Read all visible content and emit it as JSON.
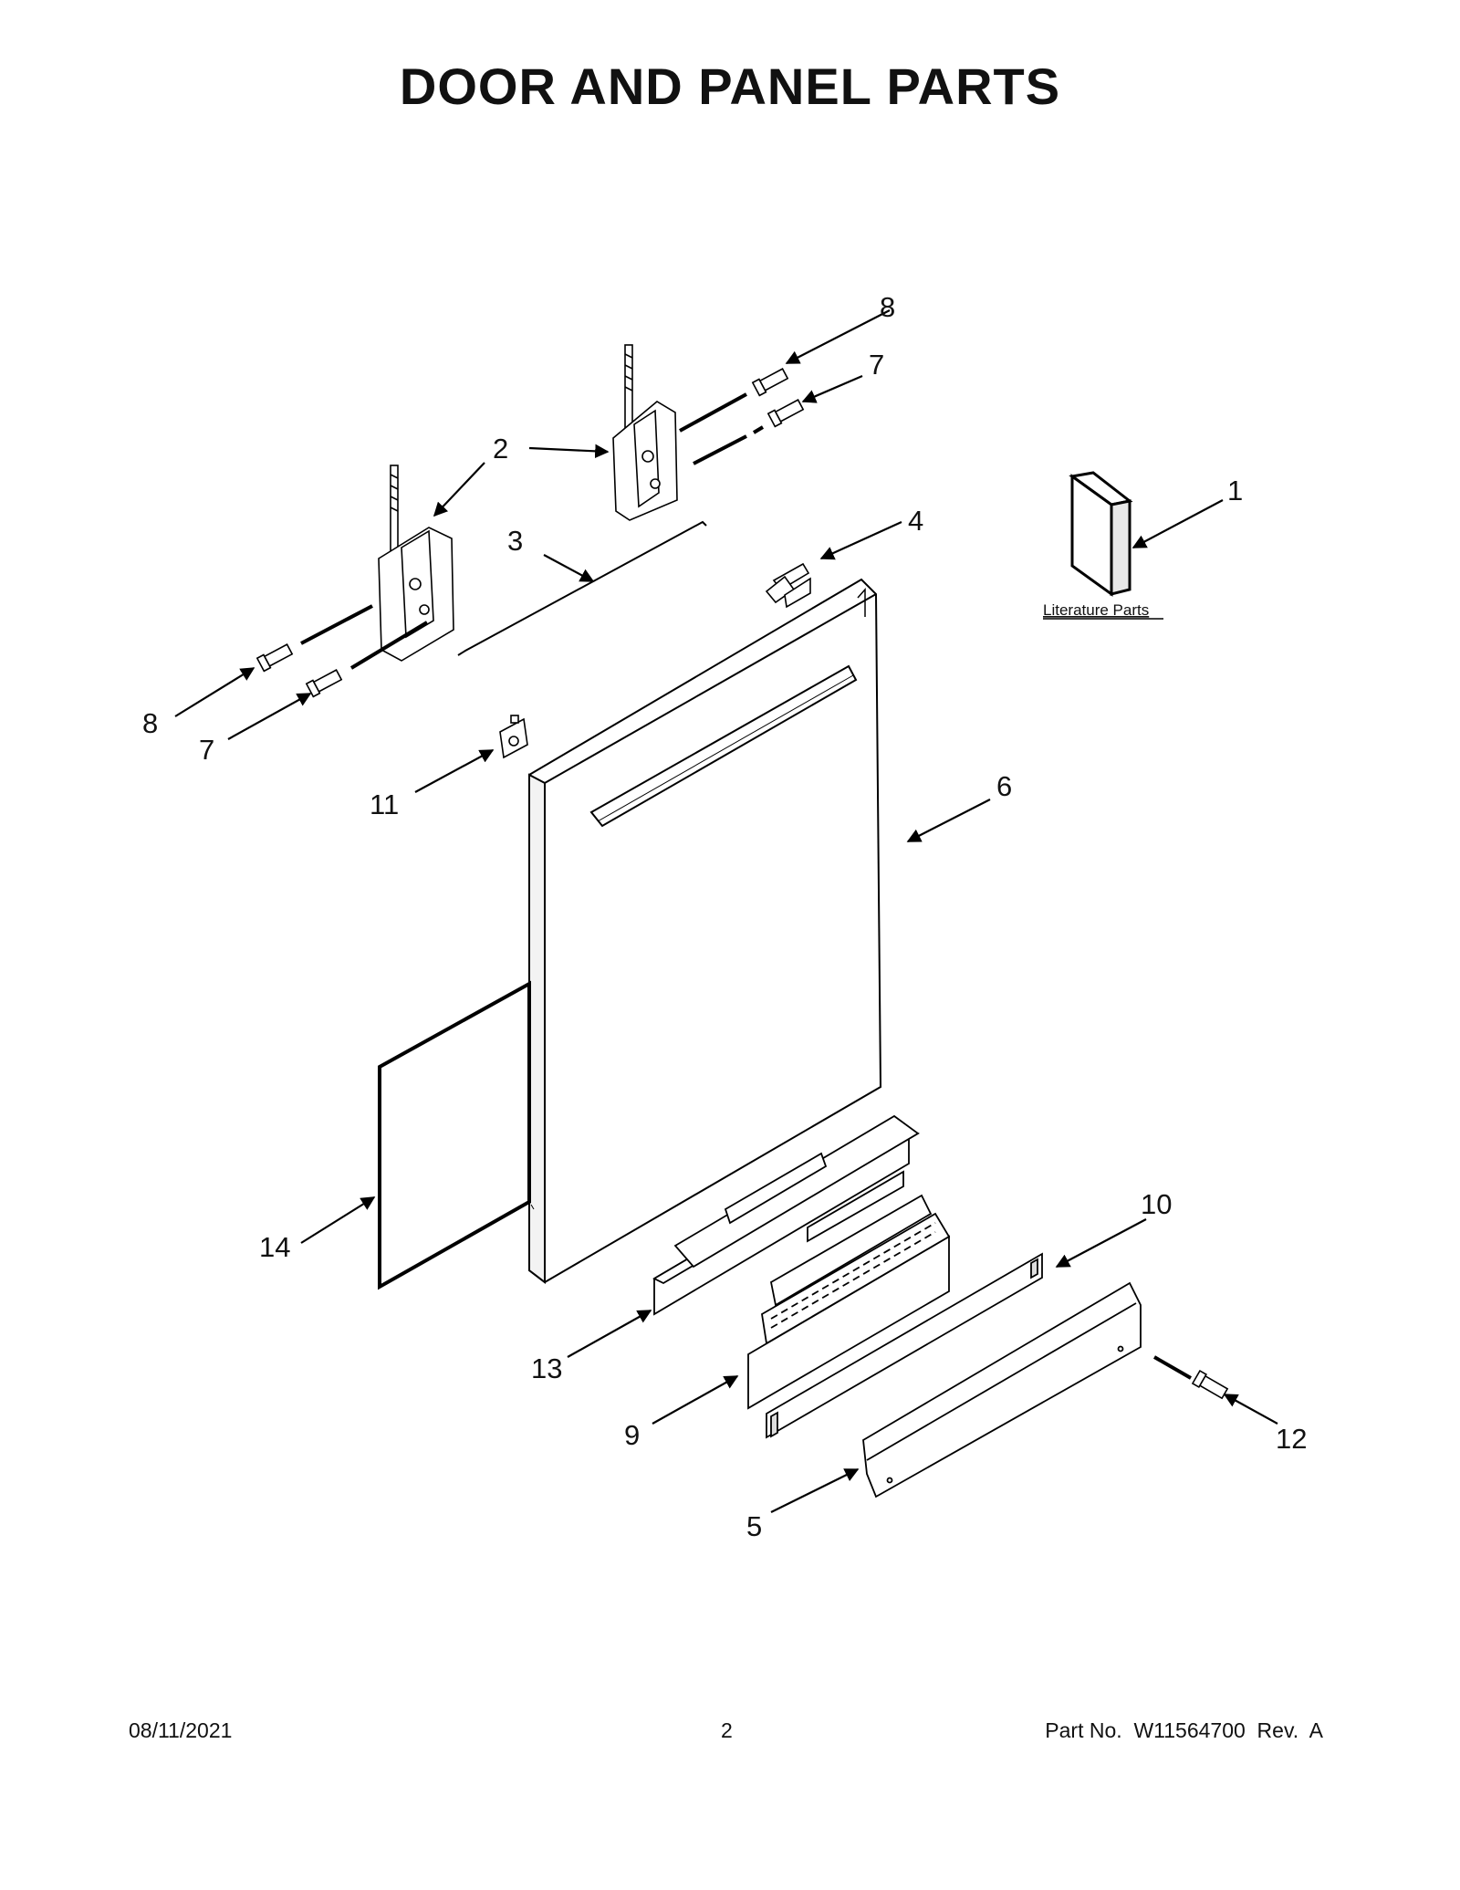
{
  "title": "DOOR AND PANEL PARTS",
  "literature_label": "Literature Parts",
  "callouts": {
    "c1": "1",
    "c2": "2",
    "c3": "3",
    "c4": "4",
    "c5": "5",
    "c6": "6",
    "c7a": "7",
    "c7b": "7",
    "c8a": "8",
    "c8b": "8",
    "c9": "9",
    "c10": "10",
    "c11": "11",
    "c12": "12",
    "c13": "13",
    "c14": "14"
  },
  "footer": {
    "date": "08/11/2021",
    "page": "2",
    "part_number": "Part No.  W11564700  Rev.  A"
  }
}
